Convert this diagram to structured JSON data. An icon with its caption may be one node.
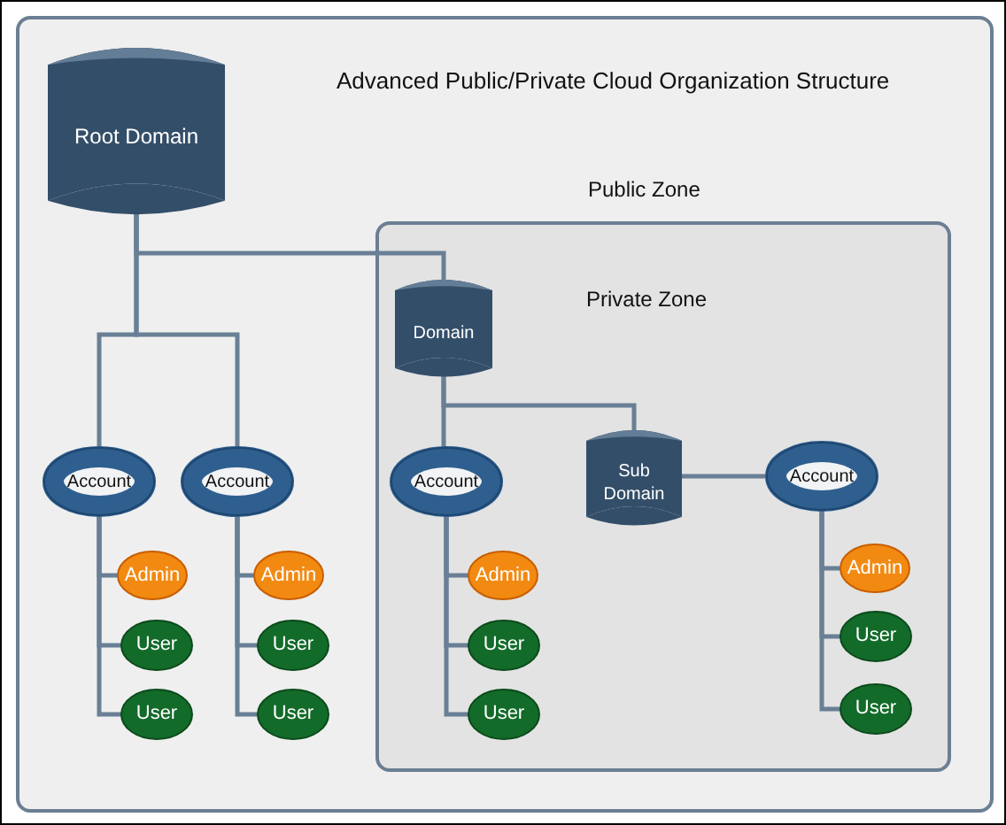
{
  "diagram": {
    "title": "Advanced Public/Private Cloud Organization Structure",
    "nodes": [
      {
        "text": [
          "Public Zone"
        ]
      },
      {
        "text": [
          "Root Domain"
        ],
        "in": 0
      },
      {
        "text": [
          "Account"
        ],
        "in": 0
      },
      {
        "text": [
          "Admin"
        ],
        "in": 0
      },
      {
        "text": [
          "User"
        ],
        "in": 0
      },
      {
        "text": [
          "User"
        ],
        "in": 0
      },
      {
        "text": [
          "Account"
        ],
        "in": 0
      },
      {
        "text": [
          "Admin"
        ],
        "in": 0
      },
      {
        "text": [
          "User"
        ],
        "in": 0
      },
      {
        "text": [
          "User"
        ],
        "in": 0
      },
      {
        "text": [
          "Private Zone"
        ],
        "in": 0
      },
      {
        "text": [
          "Domain"
        ],
        "in": 10
      },
      {
        "text": [
          "Account"
        ],
        "in": 10
      },
      {
        "text": [
          "Admin"
        ],
        "in": 10
      },
      {
        "text": [
          "User"
        ],
        "in": 10
      },
      {
        "text": [
          "User"
        ],
        "in": 10
      },
      {
        "text": [
          "Sub Domain"
        ],
        "in": 10
      },
      {
        "text": [
          "Account"
        ],
        "in": 10
      },
      {
        "text": [
          "Admin"
        ],
        "in": 10
      },
      {
        "text": [
          "User"
        ],
        "in": 10
      },
      {
        "text": [
          "User"
        ],
        "in": 10
      }
    ],
    "edges": [
      {
        "from": 1,
        "to": 2,
        "arrow": "none"
      },
      {
        "from": 1,
        "to": 6,
        "arrow": "none"
      },
      {
        "from": 1,
        "to": 11,
        "arrow": "none"
      },
      {
        "from": 2,
        "to": 3,
        "arrow": "none"
      },
      {
        "from": 2,
        "to": 4,
        "arrow": "none"
      },
      {
        "from": 2,
        "to": 5,
        "arrow": "none"
      },
      {
        "from": 6,
        "to": 7,
        "arrow": "none"
      },
      {
        "from": 6,
        "to": 8,
        "arrow": "none"
      },
      {
        "from": 6,
        "to": 9,
        "arrow": "none"
      },
      {
        "from": 11,
        "to": 12,
        "arrow": "none"
      },
      {
        "from": 11,
        "to": 16,
        "arrow": "none"
      },
      {
        "from": 12,
        "to": 13,
        "arrow": "none"
      },
      {
        "from": 12,
        "to": 14,
        "arrow": "none"
      },
      {
        "from": 12,
        "to": 15,
        "arrow": "none"
      },
      {
        "from": 16,
        "to": 17,
        "arrow": "none"
      },
      {
        "from": 17,
        "to": 18,
        "arrow": "none"
      },
      {
        "from": 17,
        "to": 19,
        "arrow": "none"
      },
      {
        "from": 17,
        "to": 20,
        "arrow": "none"
      }
    ]
  }
}
